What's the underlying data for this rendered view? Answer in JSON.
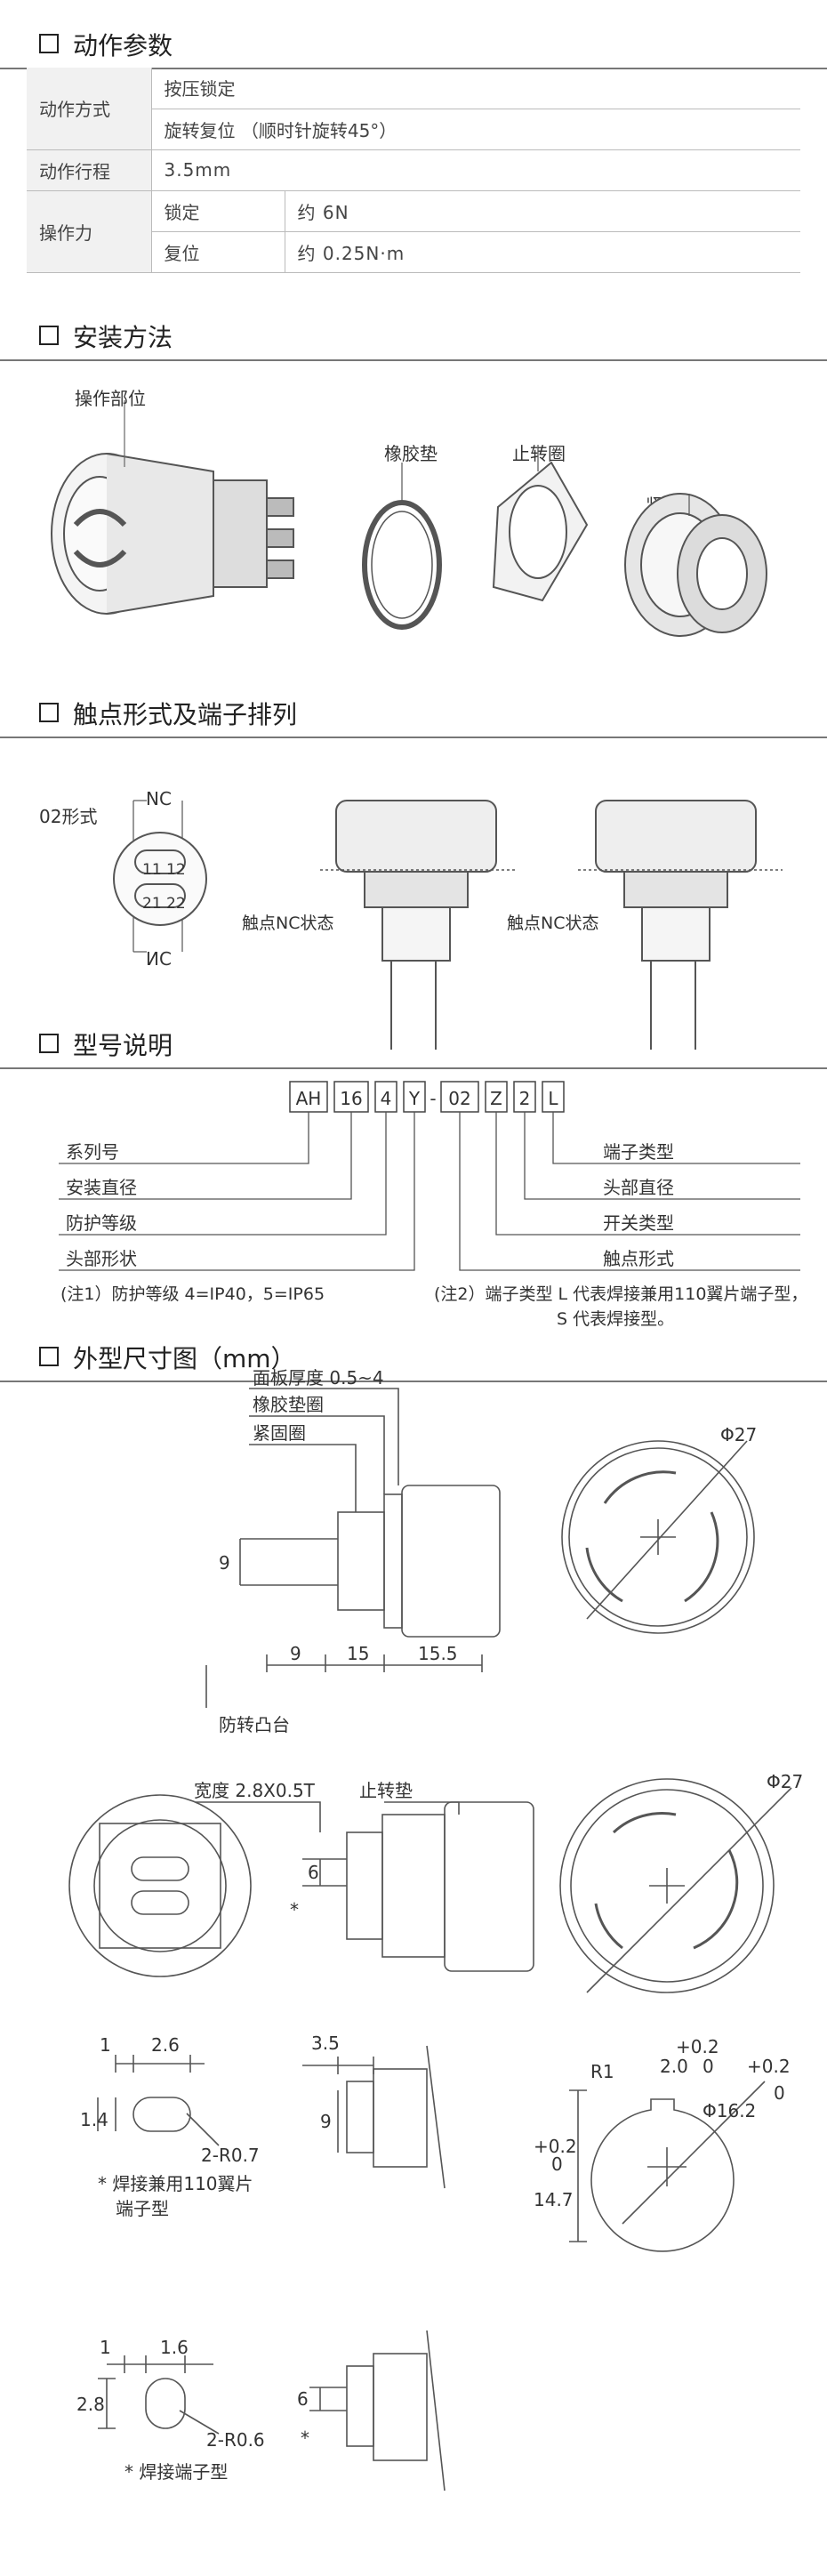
{
  "sections": {
    "params": "动作参数",
    "install": "安装方法",
    "contact": "触点形式及端子排列",
    "model": "型号说明",
    "dims": "外型尺寸图（mm）"
  },
  "spec_table": {
    "action_mode": "动作方式",
    "push_lock": "按压锁定",
    "rotate_reset": "旋转复位 （顺时针旋转45°）",
    "stroke_label": "动作行程",
    "stroke_value": "3.5mm",
    "force_label": "操作力",
    "lock_label": "锁定",
    "lock_value": "约 6N",
    "reset_label": "复位",
    "reset_value": "约 0.25N·m"
  },
  "install": {
    "operating_part": "操作部位",
    "rubber_pad": "橡胶垫",
    "anti_rotation_ring": "止转圈",
    "locking_ring": "紧固圈"
  },
  "contact": {
    "form_label": "02形式",
    "nc_top": "NC",
    "nc_bottom": "ИС",
    "t11": "11",
    "t12": "12",
    "t21": "21",
    "t22": "22",
    "state1": "触点NC状态",
    "state2": "触点NC状态"
  },
  "model": {
    "codes": [
      "AH",
      "16",
      "4",
      "Y",
      "-",
      "02",
      "Z",
      "2",
      "L"
    ],
    "left_labels": [
      "系列号",
      "安装直径",
      "防护等级",
      "头部形状"
    ],
    "right_labels": [
      "端子类型",
      "头部直径",
      "开关类型",
      "触点形式"
    ],
    "note1": "(注1）防护等级 4=IP40，5=IP65",
    "note2_line1": "(注2）端子类型 L 代表焊接兼用110翼片端子型，",
    "note2_line2": "S 代表焊接型。"
  },
  "dims": {
    "panel_thickness": "面板厚度 0.5~4",
    "rubber_ring": "橡胶垫圈",
    "locking_ring": "紧固圈",
    "dim_9": "9",
    "dim_15": "15",
    "dim_15_5": "15.5",
    "anti_rotation_boss": "防转凸台",
    "phi27": "Φ27",
    "width_terminal": "宽度 2.8X0.5T",
    "anti_rot_pad": "止转垫",
    "dim_6": "6",
    "star": "*",
    "d1": "1",
    "d2_6": "2.6",
    "d1_4": "1.4",
    "r0_7": "2-R0.7",
    "note_110": "* 焊接兼用110翼片",
    "note_110_2": "端子型",
    "d3_5": "3.5",
    "d9b": "9",
    "r1": "R1",
    "tol_02a": "+0.2",
    "d2_0": "2.0",
    "tol_0a": "0",
    "phi16_2": "Φ16.2",
    "tol_02b": "+0.2",
    "tol_0b": "0",
    "d14_7": "14.7",
    "tol_02c": "+0.2",
    "tol_0c": "0",
    "d1b": "1",
    "d1_6": "1.6",
    "d2_8": "2.8",
    "r0_6": "2-R0.6",
    "note_solder": "* 焊接端子型",
    "dim_6b": "6",
    "star2": "*"
  }
}
